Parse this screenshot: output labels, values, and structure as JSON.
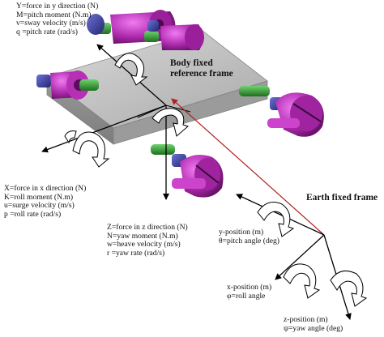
{
  "body_frame_title": [
    "Body fixed",
    "reference frame"
  ],
  "earth_frame_title": "Earth fixed frame",
  "y_axis_block": [
    "Y=force in y direction  (N)",
    "M=pitch  moment  (N.m)",
    "v=sway velocity  (m/s)",
    "q  =pitch rate  (rad/s)"
  ],
  "x_axis_block": [
    "X=force in x direction  (N)",
    "K=roll moment  (N.m)",
    "u=surge velocity  (m/s)",
    "p  =roll  rate  (rad/s)"
  ],
  "z_axis_block": [
    "Z=force in z direction  (N)",
    "N=yaw moment  (N.m)",
    "w=heave velocity  (m/s)",
    "r  =yaw rate (rad/s)"
  ],
  "earth_y_block": [
    "y-position  (m)",
    "θ=pitch angle (deg)"
  ],
  "earth_x_block": [
    "x-position  (m)",
    "φ=roll angle"
  ],
  "earth_z_block": [
    "z-position  (m)",
    "ψ=yaw angle (deg)"
  ],
  "colors": {
    "body_plate": "#bfbfbf",
    "thruster_green": "#2f9a2f",
    "thruster_purple": "#b02cb0",
    "motor_blue": "#3a3f9e",
    "earth_link": "#b02020",
    "axes": "#000000"
  }
}
